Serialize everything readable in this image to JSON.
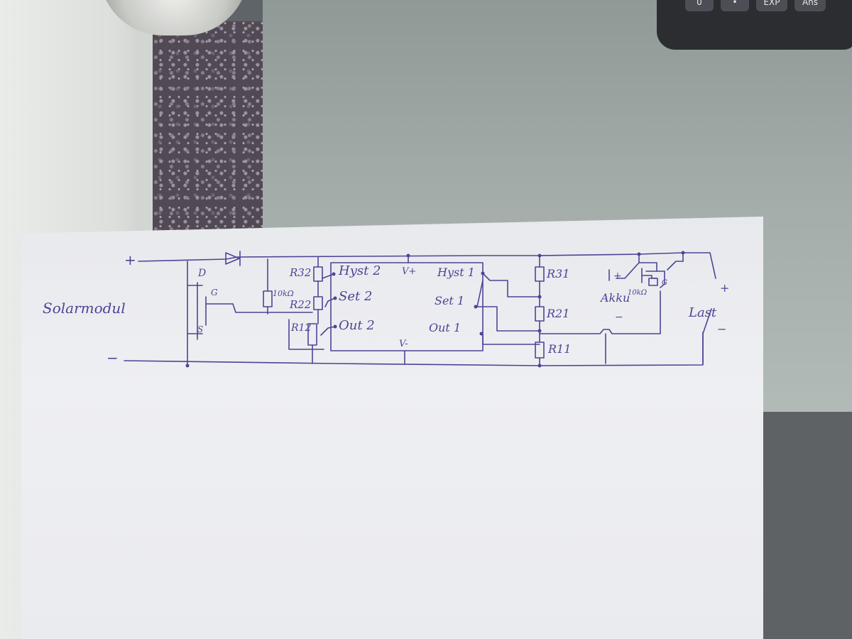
{
  "scene": {
    "calculator_keys": [
      "0",
      "•",
      "EXP",
      "Ans"
    ]
  },
  "schematic": {
    "left_side": {
      "source_label": "Solarmodul",
      "plus_label": "+",
      "minus_label": "−"
    },
    "mosfet_left": {
      "drain_label": "D",
      "gate_label": "G",
      "source_label": "S"
    },
    "gate_resistor_left_label": "10kΩ",
    "ic_left_resistors": [
      "R32",
      "R22",
      "R12"
    ],
    "ic": {
      "pins_left": [
        "Hyst 2",
        "Set 2",
        "Out 2"
      ],
      "pins_right": [
        "Hyst 1",
        "Set 1",
        "Out 1"
      ],
      "supply_plus": "V+",
      "supply_minus": "V-"
    },
    "ic_right_resistors": [
      "R31",
      "R21",
      "R11"
    ],
    "battery": {
      "label": "Akku",
      "plus_label": "+",
      "minus_label": "−"
    },
    "gate_resistor_right_label": "10kΩ",
    "mosfet_right_gate_label": "G",
    "load": {
      "label": "Last",
      "plus_label": "+",
      "minus_label": "−"
    }
  }
}
